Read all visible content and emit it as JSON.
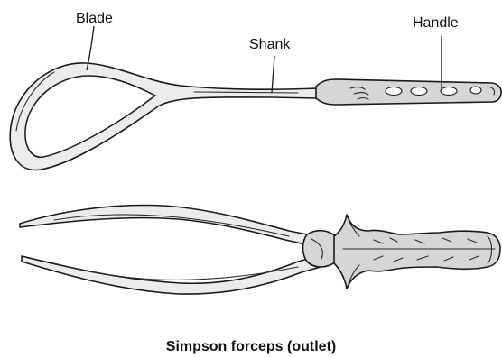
{
  "labels": {
    "blade": "Blade",
    "shank": "Shank",
    "handle": "Handle"
  },
  "caption": "Simpson forceps (outlet)",
  "colors": {
    "steel_fill": "#ececec",
    "outline": "#1a1a1a",
    "background": "#ffffff"
  }
}
